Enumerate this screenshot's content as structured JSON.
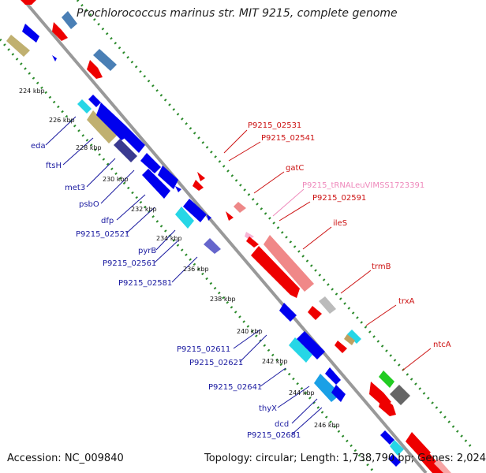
{
  "header": {
    "title": "Prochlorococcus marinus str. MIT 9215, complete genome"
  },
  "footer": {
    "accession": "Accession: NC_009840",
    "topology": "Topology: circular; Length: 1,738,790 bp; Genes: 2,024"
  },
  "colors": {
    "backbone": "#888888",
    "dotted_track": "#2a8a2a",
    "forward_label": "#1a1aa0",
    "reverse_label": "#cc1111",
    "trna_label": "#ee88bb"
  },
  "scale_ticks": [
    "224 kbp",
    "226 kbp",
    "228 kbp",
    "230 kbp",
    "232 kbp",
    "234 kbp",
    "236 kbp",
    "238 kbp",
    "240 kbp",
    "242 kbp",
    "244 kbp",
    "246 kbp"
  ],
  "forward_gene_labels": [
    "eda",
    "ftsH",
    "met3",
    "psbO",
    "dfp",
    "P9215_02521",
    "pyrB",
    "P9215_02561",
    "P9215_02581",
    "P9215_02611",
    "P9215_02621",
    "P9215_02641",
    "thyX",
    "dcd",
    "P9215_02681"
  ],
  "reverse_gene_labels": [
    "P9215_02531",
    "P9215_02541",
    "gatC",
    "P9215_tRNALeuVIMSS1723391",
    "P9215_02591",
    "ileS",
    "trmB",
    "trxA",
    "ntcA"
  ]
}
